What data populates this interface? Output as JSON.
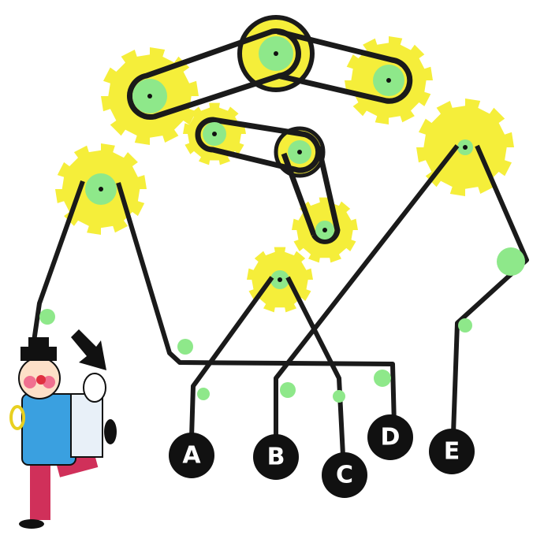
{
  "puzzle": {
    "endpoints": [
      {
        "label": "A"
      },
      {
        "label": "B"
      },
      {
        "label": "C"
      },
      {
        "label": "D"
      },
      {
        "label": "E"
      }
    ]
  },
  "colors": {
    "gear": "#f5ee3a",
    "hub": "#8ee88a",
    "belt": "#1a1a1a",
    "label_bg": "#111111"
  }
}
